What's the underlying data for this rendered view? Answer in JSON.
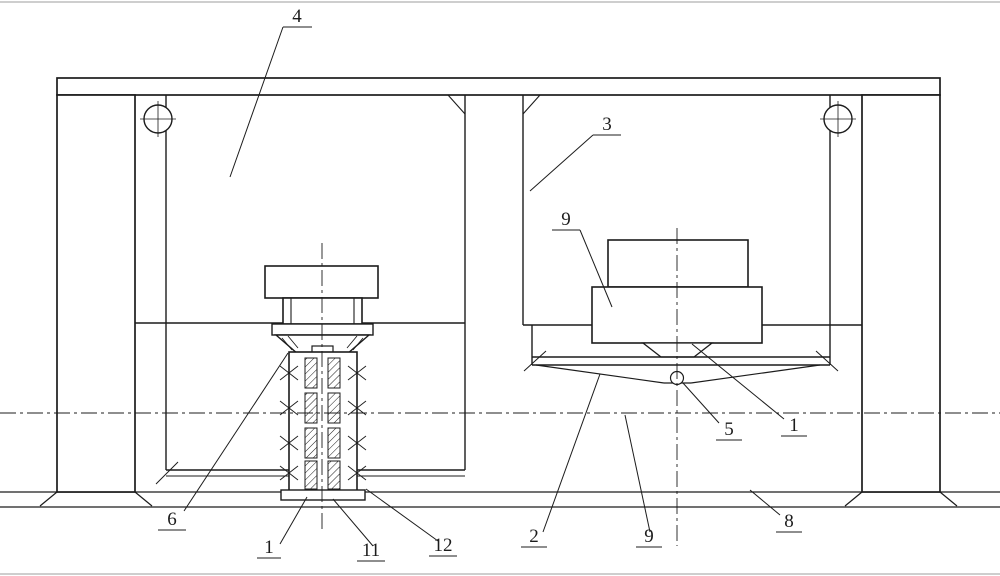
{
  "figure": {
    "background": "#ffffff",
    "line_color": "#1c1c1c",
    "labels": [
      {
        "text": "4"
      },
      {
        "text": "3"
      },
      {
        "text": "9"
      },
      {
        "text": "6"
      },
      {
        "text": "1"
      },
      {
        "text": "11"
      },
      {
        "text": "12"
      },
      {
        "text": "2"
      },
      {
        "text": "9"
      },
      {
        "text": "5"
      },
      {
        "text": "1"
      },
      {
        "text": "8"
      }
    ]
  }
}
